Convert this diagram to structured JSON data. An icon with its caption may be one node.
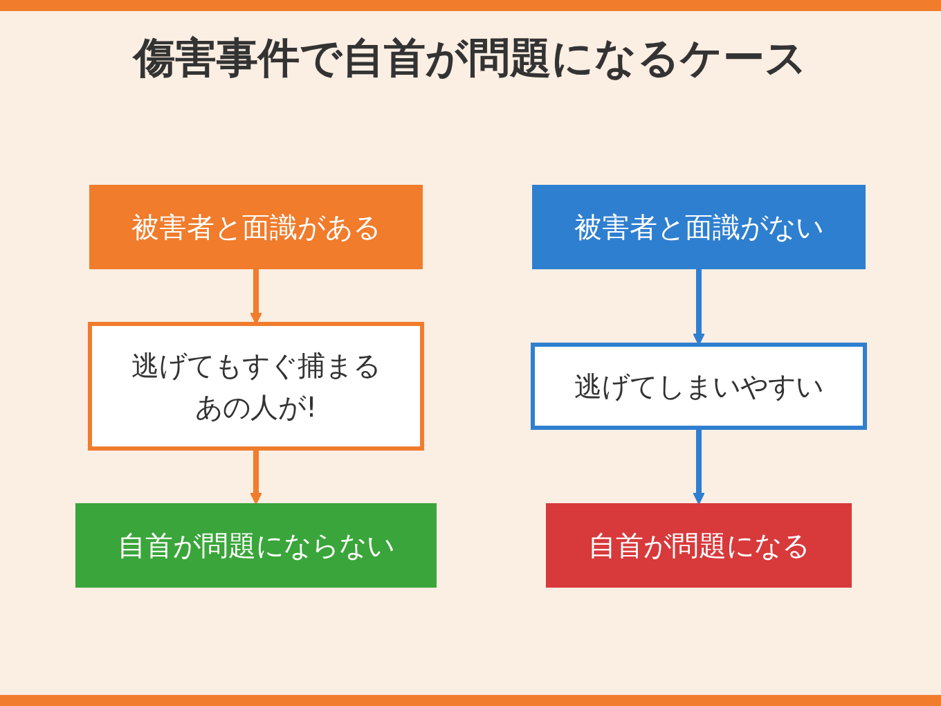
{
  "diagram": {
    "title": "傷害事件で自首が問題になるケース",
    "nodes": [
      {
        "text": [
          "被害者と面識がある"
        ]
      },
      {
        "text": [
          "逃げてもすぐ捕まる",
          "あの人が!"
        ]
      },
      {
        "text": [
          "自首が問題にならない"
        ]
      },
      {
        "text": [
          "被害者と面識がない"
        ]
      },
      {
        "text": [
          "逃げてしまいやすい"
        ]
      },
      {
        "text": [
          "自首が問題になる"
        ]
      }
    ],
    "edges": [
      {
        "from": 0,
        "to": 1,
        "arrow": "to",
        "color": "#f07c2c"
      },
      {
        "from": 1,
        "to": 2,
        "arrow": "to",
        "color": "#f07c2c"
      },
      {
        "from": 3,
        "to": 4,
        "arrow": "to",
        "color": "#2f7fd0"
      },
      {
        "from": 4,
        "to": 5,
        "arrow": "to",
        "color": "#2f7fd0"
      }
    ]
  }
}
